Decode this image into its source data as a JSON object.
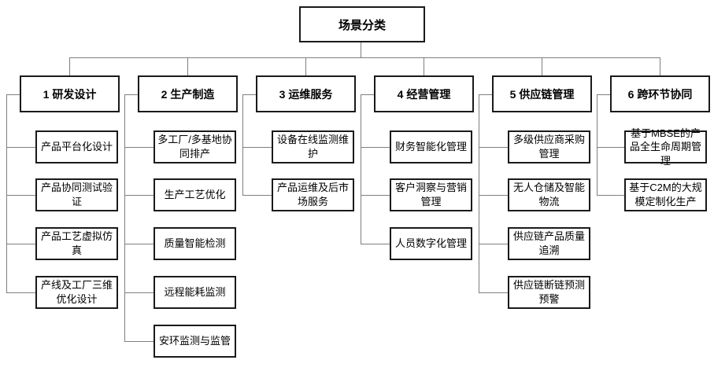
{
  "diagram": {
    "title": "场景分类",
    "root": {
      "label": "场景分类"
    },
    "groups": [
      {
        "label": "1 研发设计",
        "children": [
          "产品平台化设计",
          "产品协同测试验证",
          "产品工艺虚拟仿真",
          "产线及工厂三维优化设计"
        ]
      },
      {
        "label": "2 生产制造",
        "children": [
          "多工厂/多基地协同排产",
          "生产工艺优化",
          "质量智能检测",
          "远程能耗监测",
          "安环监测与监管"
        ]
      },
      {
        "label": "3 运维服务",
        "children": [
          "设备在线监测维护",
          "产品运维及后市场服务"
        ]
      },
      {
        "label": "4 经营管理",
        "children": [
          "财务智能化管理",
          "客户洞察与营销管理",
          "人员数字化管理"
        ]
      },
      {
        "label": "5 供应链管理",
        "children": [
          "多级供应商采购管理",
          "无人仓储及智能物流",
          "供应链产品质量追溯",
          "供应链断链预测预警"
        ]
      },
      {
        "label": "6 跨环节协同",
        "children": [
          "基于MBSE的产品全生命周期管理",
          "基于C2M的大规模定制化生产"
        ]
      }
    ],
    "colors": {
      "background": "#ffffff",
      "box_border": "#1a1a1a",
      "connector": "#7f7f7f",
      "text": "#000000"
    }
  }
}
